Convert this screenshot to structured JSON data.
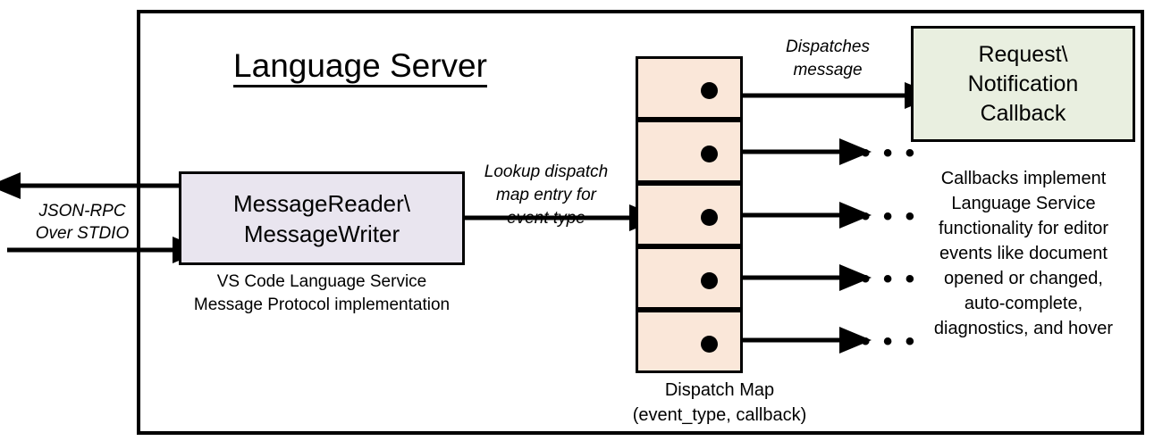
{
  "diagram": {
    "title": "Language Server",
    "frame_label": "language-server-boundary"
  },
  "external_io": {
    "label_line1": "JSON-RPC",
    "label_line2": "Over STDIO",
    "outbound_direction": "left",
    "inbound_direction": "right"
  },
  "reader_writer": {
    "line1": "MessageReader\\",
    "line2": "MessageWriter",
    "caption_line1": "VS Code Language Service",
    "caption_line2": "Message Protocol implementation",
    "fill": "#e9e5ef"
  },
  "lookup_edge": {
    "line1": "Lookup dispatch",
    "line2": "map entry for",
    "line3": "event type"
  },
  "dispatch_edge": {
    "line1": "Dispatches",
    "line2": "message"
  },
  "dispatch_map": {
    "caption_line1": "Dispatch Map",
    "caption_line2": "(event_type, callback)",
    "fill": "#fae7d9",
    "cell_count": 5,
    "cells": [
      {
        "index": 0,
        "has_dot": true,
        "target": "callback-box"
      },
      {
        "index": 1,
        "has_dot": true,
        "target": "ellipsis"
      },
      {
        "index": 2,
        "has_dot": true,
        "target": "ellipsis"
      },
      {
        "index": 3,
        "has_dot": true,
        "target": "ellipsis"
      },
      {
        "index": 4,
        "has_dot": true,
        "target": "ellipsis"
      }
    ]
  },
  "ellipses": {
    "glyph": "• • •",
    "count": 4
  },
  "callback": {
    "line1": "Request\\",
    "line2": "Notification",
    "line3": "Callback",
    "fill": "#e9efe0",
    "caption_line1": "Callbacks implement",
    "caption_line2": "Language Service",
    "caption_line3": "functionality for editor",
    "caption_line4": "events like document",
    "caption_line5": "opened or changed,",
    "caption_line6": "auto-complete,",
    "caption_line7": "diagnostics, and hover"
  },
  "colors": {
    "stroke": "#000000",
    "background": "#ffffff",
    "lavender": "#e9e5ef",
    "peach": "#fae7d9",
    "green": "#e9efe0"
  }
}
